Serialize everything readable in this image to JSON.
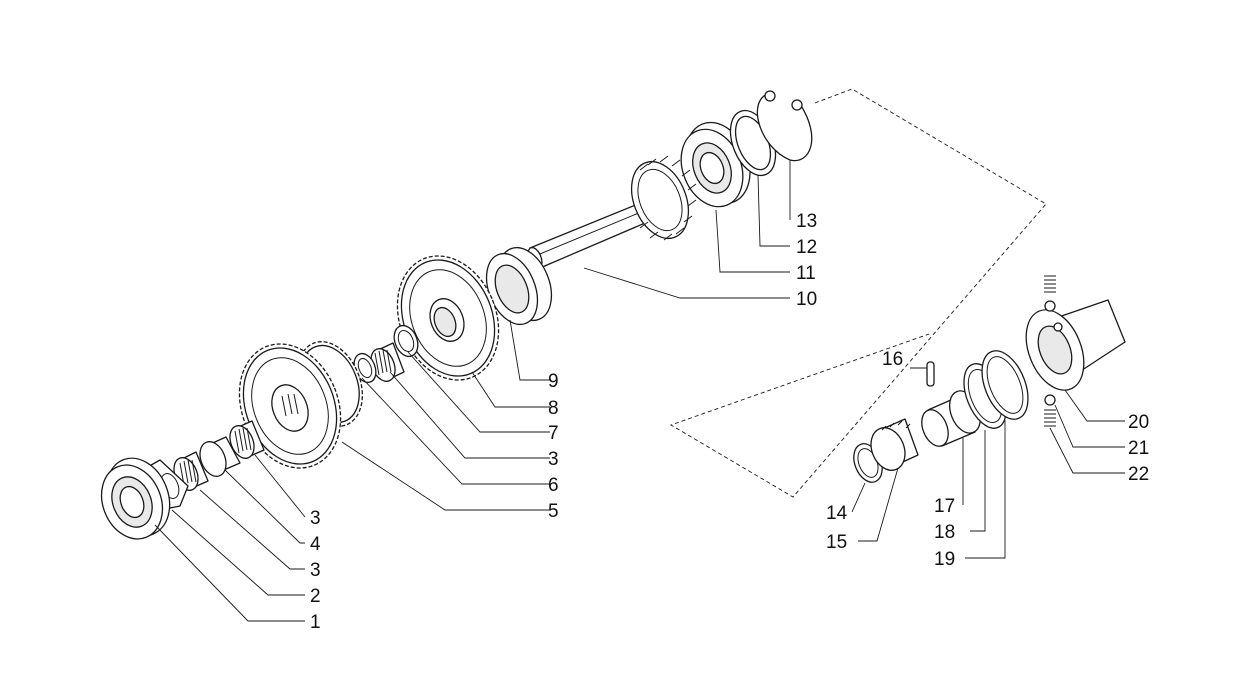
{
  "callouts": [
    "1",
    "2",
    "3",
    "4",
    "3",
    "5",
    "6",
    "3",
    "7",
    "8",
    "9",
    "10",
    "11",
    "12",
    "13",
    "14",
    "15",
    "16",
    "17",
    "18",
    "19",
    "20",
    "21",
    "22"
  ]
}
